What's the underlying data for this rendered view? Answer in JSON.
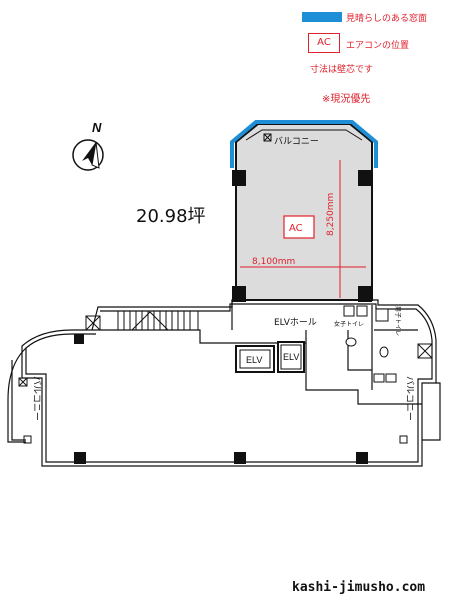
{
  "legend": {
    "view_window": "見晴らしのある窓面",
    "ac_symbol": "AC",
    "ac_position": "エアコンの位置",
    "note_dimensions": "寸法は壁芯です",
    "note_current": "※現況優先"
  },
  "compass": {
    "north": "N"
  },
  "unit": {
    "area": "20.98坪",
    "ac": "AC",
    "width": "8,100mm",
    "depth": "8,250mm"
  },
  "rooms": {
    "balcony_top": "バルコニー",
    "balcony_left": "バルコニー",
    "balcony_right": "バルコニー",
    "elv_hall": "ELVホール",
    "elv1": "ELV",
    "elv2": "ELV",
    "womens_toilet": "女子トイレ",
    "mens_toilet": "男子トイレ"
  },
  "footer": {
    "website": "kashi-jimusho.com"
  },
  "colors": {
    "accent_red": "#e0202c",
    "window_blue": "#1e8fd6",
    "highlight_gray": "#dcdcdc"
  }
}
